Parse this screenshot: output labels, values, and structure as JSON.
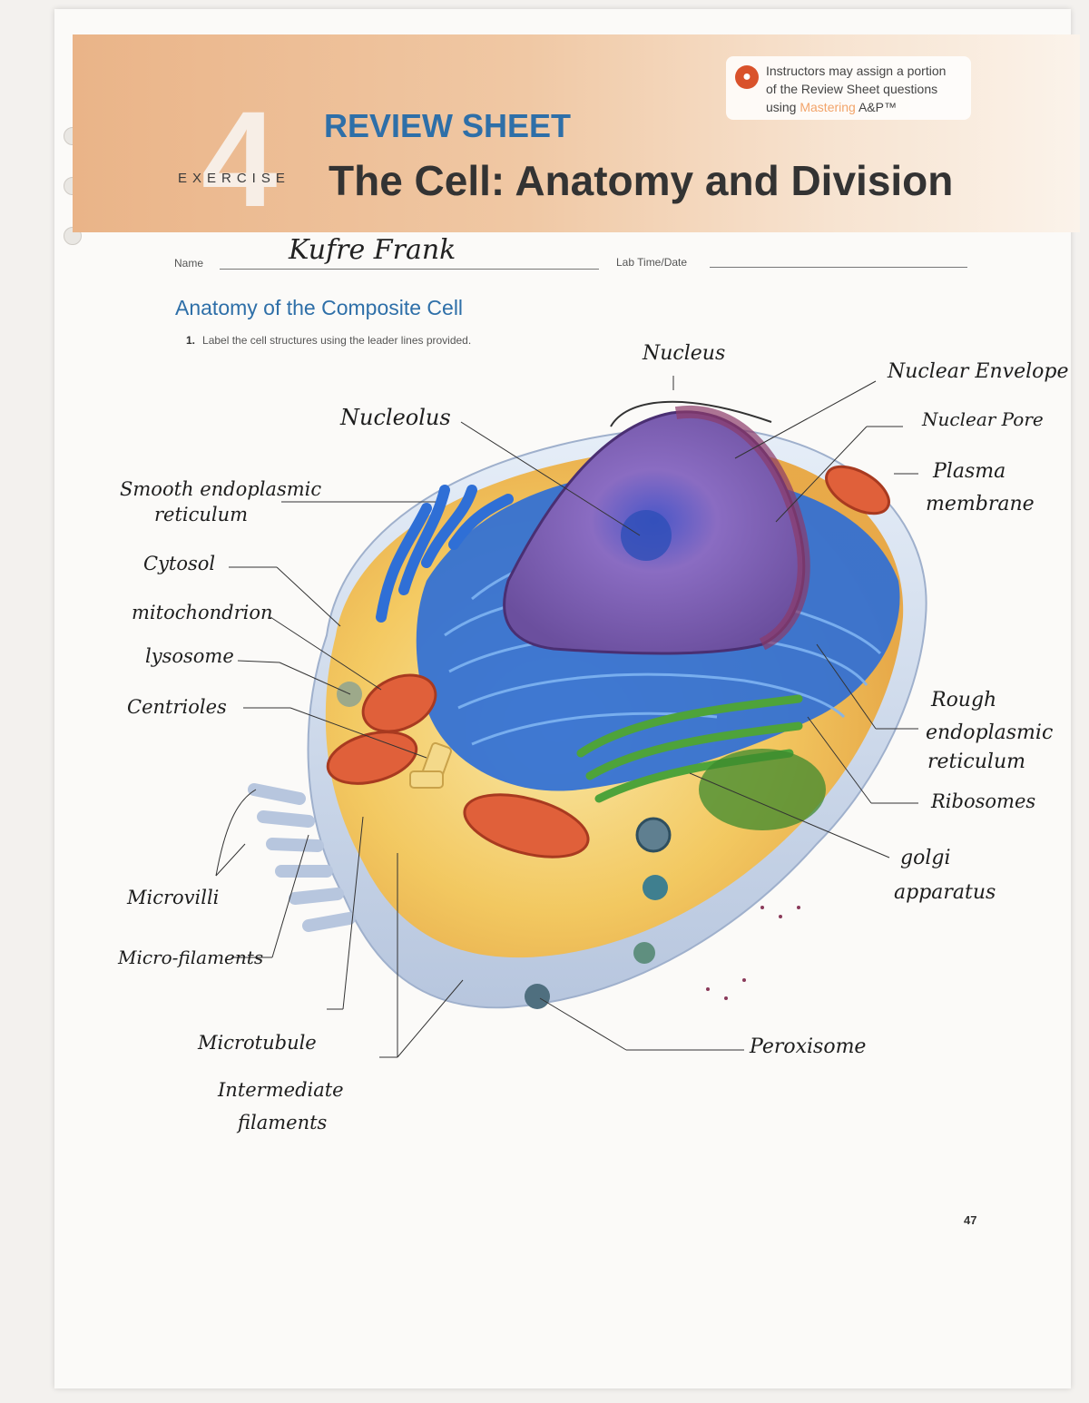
{
  "header": {
    "exercise_number": "4",
    "exercise_label": "EXERCISE",
    "review_sheet": "REVIEW SHEET",
    "title": "The Cell: Anatomy and Division",
    "instructor_note_line1": "Instructors may assign a portion",
    "instructor_note_line2": "of the Review Sheet questions",
    "instructor_note_using": "using",
    "instructor_note_mastering": "Mastering",
    "instructor_note_ap": "A&P™"
  },
  "form": {
    "name_label": "Name",
    "name_value": "Kufre Frank",
    "lab_time_label": "Lab Time/Date",
    "lab_time_value": ""
  },
  "section": {
    "title": "Anatomy of the Composite Cell",
    "question_number": "1.",
    "question_text": "Label the cell structures using the leader lines provided."
  },
  "labels": {
    "nucleus": "Nucleus",
    "nuclear_envelope": "Nuclear Envelope",
    "nuclear_pore": "Nuclear Pore",
    "plasma_membrane_1": "Plasma",
    "plasma_membrane_2": "membrane",
    "nucleolus": "Nucleolus",
    "smooth_er_1": "Smooth endoplasmic",
    "smooth_er_2": "reticulum",
    "cytosol": "Cytosol",
    "mitochondrion": "mitochondrion",
    "lysosome": "lysosome",
    "centrioles": "Centrioles",
    "rough_er_1": "Rough",
    "rough_er_2": "endoplasmic",
    "rough_er_3": "reticulum",
    "ribosomes": "Ribosomes",
    "golgi_1": "golgi",
    "golgi_2": "apparatus",
    "microvilli": "Microvilli",
    "microfilaments": "Micro-filaments",
    "microtubule": "Microtubule",
    "intermediate_1": "Intermediate",
    "intermediate_2": "filaments",
    "peroxisome": "Peroxisome"
  },
  "page_number": "47",
  "colors": {
    "accent_blue": "#2e6fa8",
    "header_orange": "#eab488",
    "nucleus_purple": "#7b5ab0",
    "er_blue": "#2f6fd6",
    "golgi_green": "#4ea33a",
    "mito_orange": "#e0603a",
    "cytoplasm_yellow": "#f5c85a"
  }
}
